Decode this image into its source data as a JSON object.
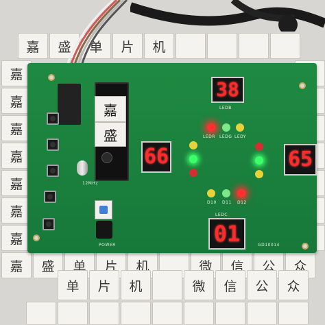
{
  "tile_chars": {
    "jia": "嘉",
    "sheng": "盛",
    "dan": "单",
    "pian": "片",
    "ji": "机",
    "wei": "微",
    "xin": "信",
    "gong": "公",
    "zhong": "众"
  },
  "chip_labels": {
    "top": "嘉",
    "bottom": "盛"
  },
  "displays": {
    "ledb": "38",
    "left": "66",
    "right": "65",
    "bottom": "01"
  },
  "board": {
    "model": "GD10014",
    "power_label": "POWER",
    "crystal_label": "12MHz",
    "seg_ledb_label": "LEDB",
    "seg_ledc_label": "LEDC",
    "led_labels": [
      "LEDR",
      "LEDG",
      "LEDY"
    ],
    "bottom_led_labels": [
      "D10",
      "D11",
      "D12"
    ]
  },
  "colors": {
    "pcb": "#1b7f3d",
    "led_red": "#ff3030",
    "led_green": "#3cff6a",
    "led_yellow": "#e8d23a",
    "digit": "#ff2a2a"
  }
}
